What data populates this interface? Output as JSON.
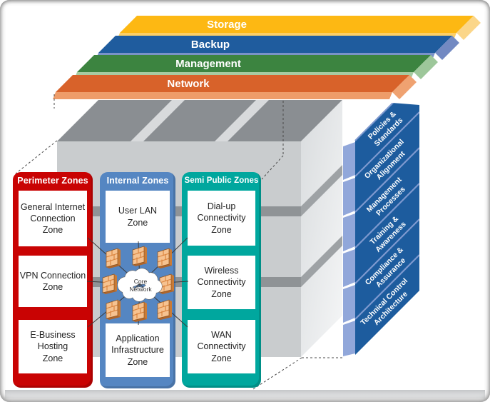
{
  "layers": {
    "items": [
      {
        "label": "Storage",
        "color": "#FDB813"
      },
      {
        "label": "Backup",
        "color": "#1F5C9E"
      },
      {
        "label": "Management",
        "color": "#3C8440"
      },
      {
        "label": "Network",
        "color": "#D8622A"
      }
    ]
  },
  "zones": {
    "perimeter": {
      "title": "Perimeter Zones",
      "boxes": [
        "General Internet\nConnection\nZone",
        "VPN Connection\nZone",
        "E-Business\nHosting\nZone"
      ]
    },
    "internal": {
      "title": "Internal Zones",
      "boxes": [
        "User LAN\nZone",
        "Application\nInfrastructure\nZone"
      ]
    },
    "semi_public": {
      "title": "Semi Public Zones",
      "boxes": [
        "Dial-up\nConnectivity\nZone",
        "Wireless\nConnectivity\nZone",
        "WAN\nConnectivity\nZone"
      ]
    }
  },
  "core_network": {
    "line1": "Core",
    "line2": "Network"
  },
  "governance_bands": [
    {
      "line1": "Policies &",
      "line2": "Standards"
    },
    {
      "line1": "Organizational",
      "line2": "Alignment"
    },
    {
      "line1": "Management",
      "line2": "Processes"
    },
    {
      "line1": "Training &",
      "line2": "Awareness"
    },
    {
      "line1": "Compliance &",
      "line2": "Assurance"
    },
    {
      "line1": "Technical Control",
      "line2": "Architecture"
    }
  ],
  "colors": {
    "perimeter_red": "#C90303",
    "internal_blue": "#5586C2",
    "semi_public_teal": "#00A79E",
    "governance_blue": "#1D5C9E",
    "governance_edge": "#91A7DA",
    "cube_top": "#8A8E92",
    "cube_front": "#C9CCCE",
    "cube_side_gap": "#9EA2A5",
    "firewall_orange": "#F6C290"
  }
}
